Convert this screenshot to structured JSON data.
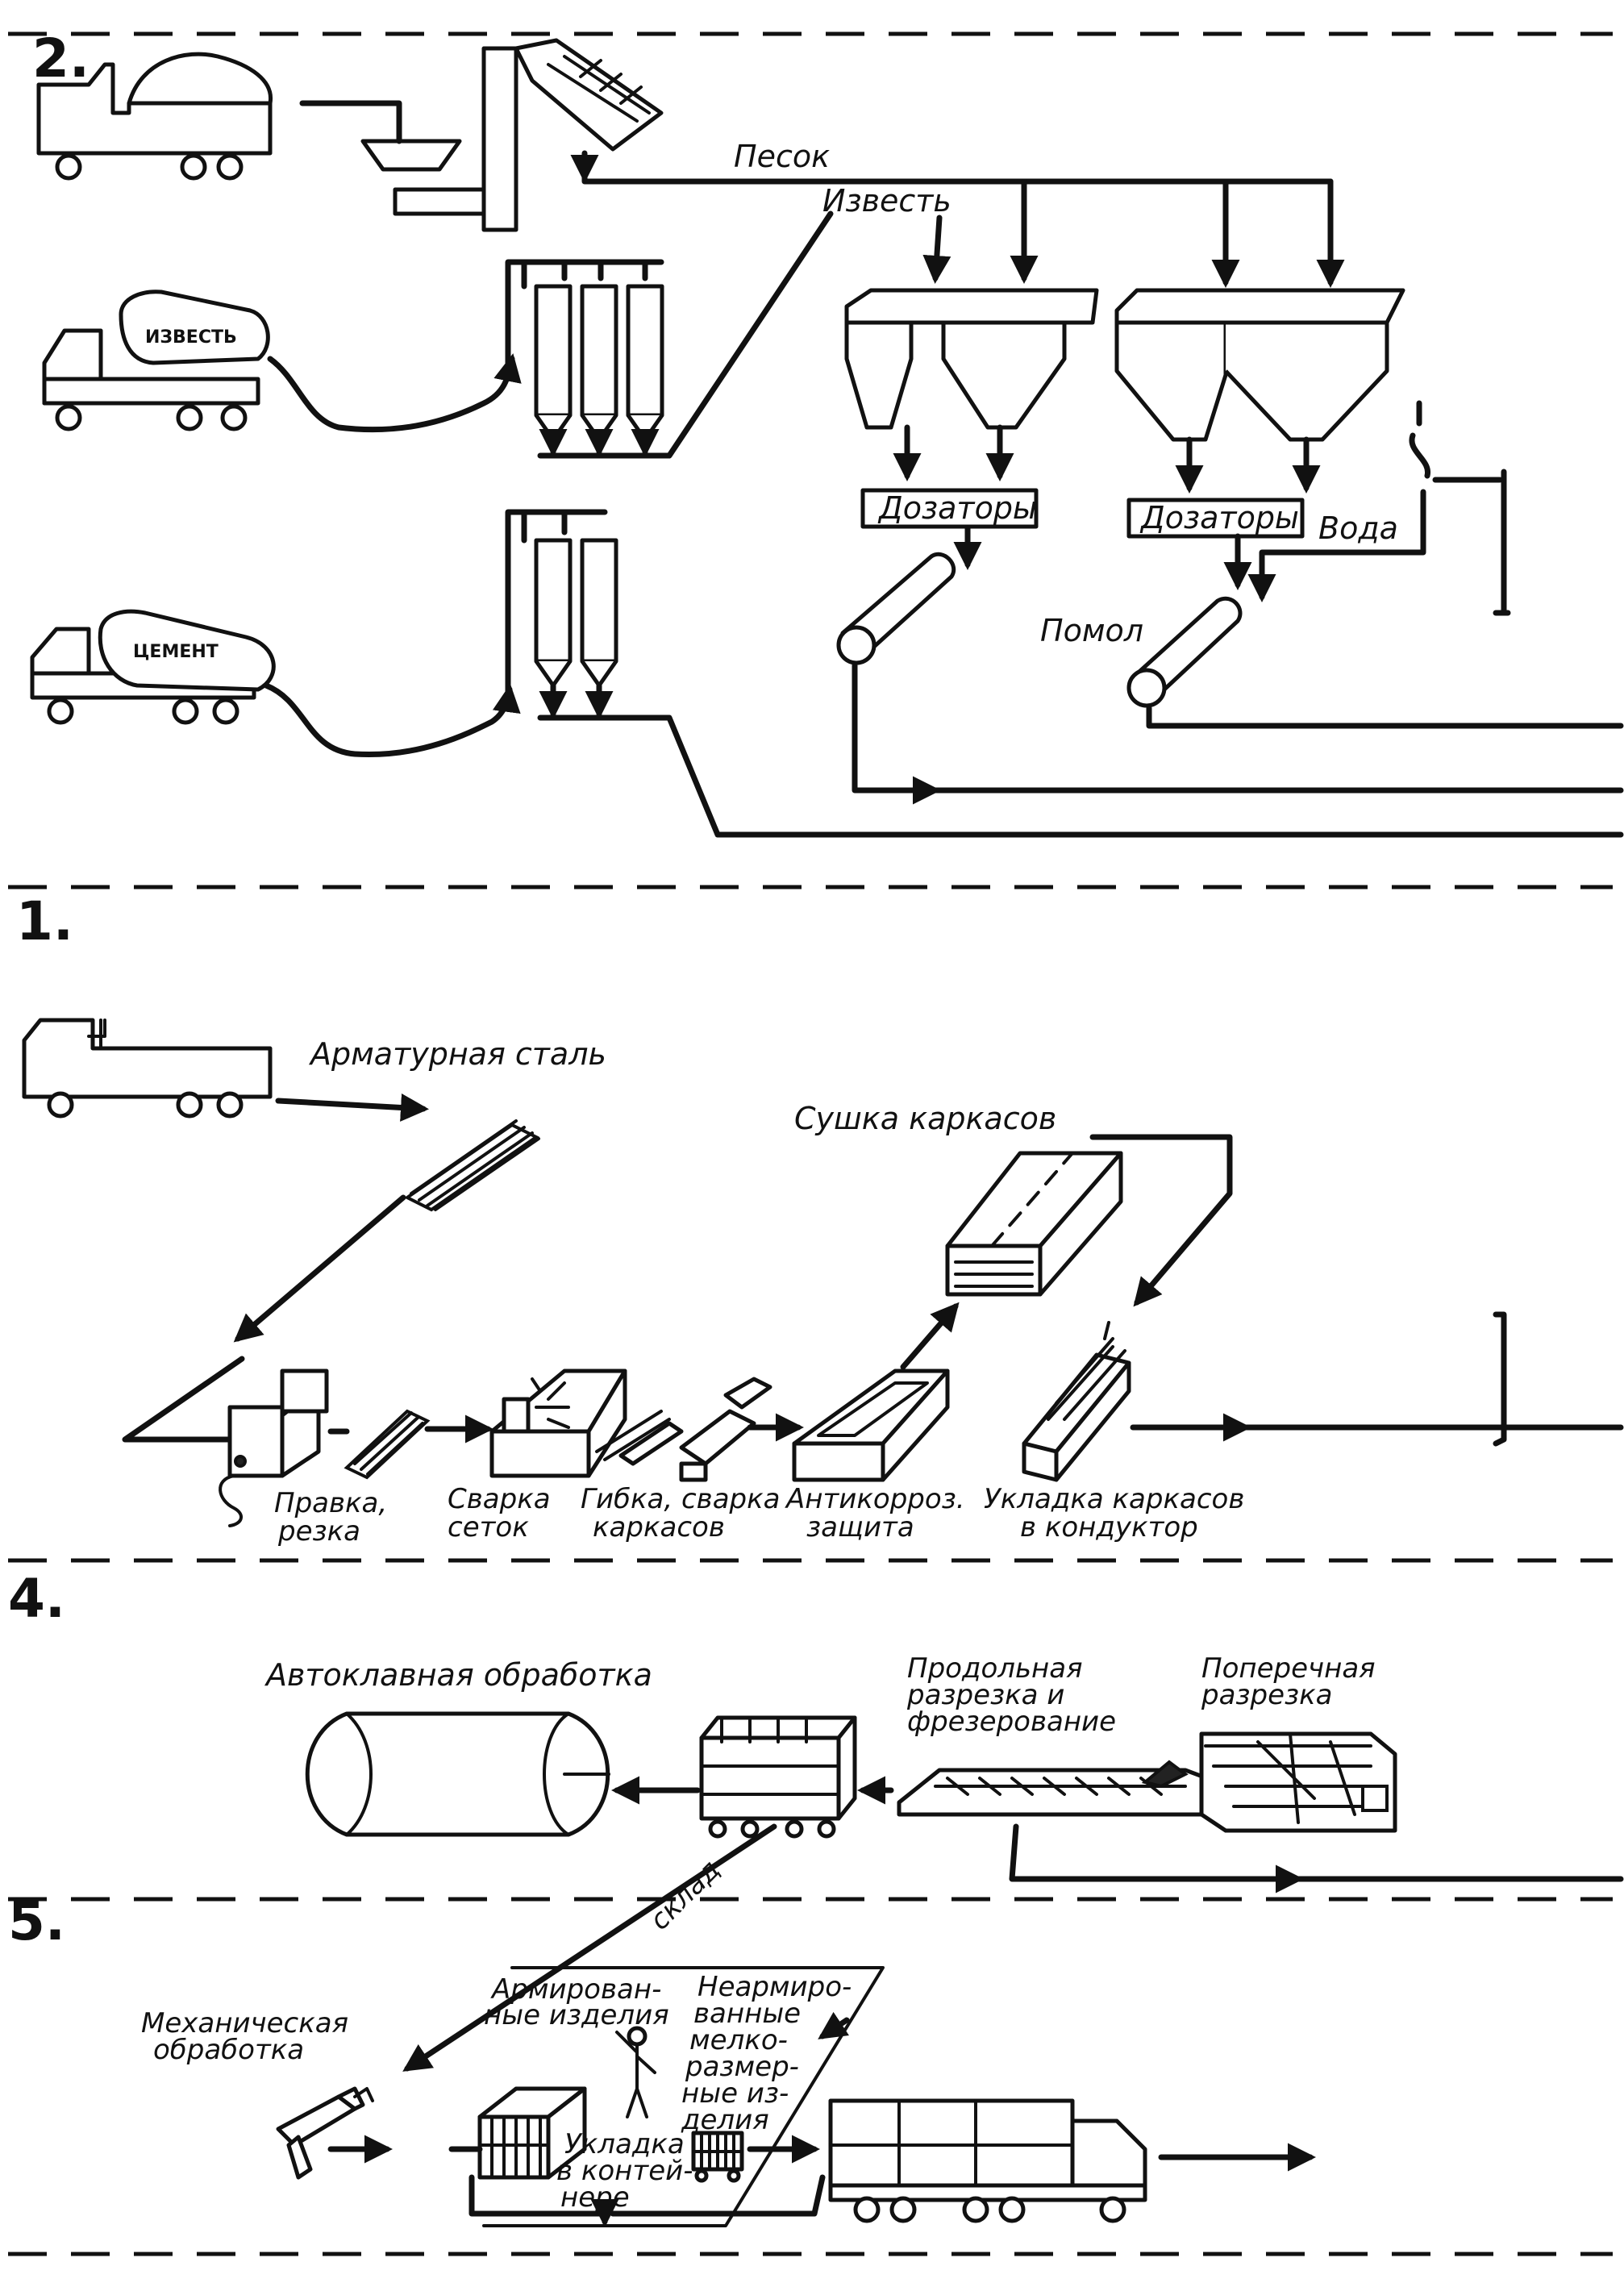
{
  "sections": {
    "s1": "1.",
    "s2": "2.",
    "s4": "4.",
    "s5": "5."
  },
  "section2": {
    "sand": "Песок",
    "lime": "Известь",
    "lime_tank": "ИЗВЕСТЬ",
    "cement_tank": "ЦЕМЕНТ",
    "dosers_1": "Дозаторы",
    "dosers_2": "Дозаторы",
    "water": "Вода",
    "grinding": "Помол"
  },
  "section1": {
    "rebar_steel": "Арматурная сталь",
    "frame_drying": "Сушка каркасов",
    "straighten_cut": [
      "Правка,",
      "резка"
    ],
    "mesh_welding": [
      "Сварка",
      "сеток"
    ],
    "bend_weld": [
      "Гибка, сварка",
      "каркасов"
    ],
    "anticorrosion": [
      "Антикорроз.",
      "защита"
    ],
    "frame_laying": [
      "Укладка каркасов",
      "в кондуктор"
    ]
  },
  "section4": {
    "autoclave": "Автоклавная обработка",
    "longitudinal": [
      "Продольная",
      "разрезка и",
      "фрезерование"
    ],
    "transverse": [
      "Поперечная",
      "разрезка"
    ]
  },
  "section5": {
    "warehouse": "склад",
    "machining": [
      "Механическая",
      "обработка"
    ],
    "reinforced": [
      "Армирован-",
      "ные изделия"
    ],
    "unreinforced": [
      "Неармиро-",
      "ванные",
      "мелко-",
      "размер-",
      "ные из-",
      "делия"
    ],
    "container": [
      "Укладка",
      "в контей-",
      "нере"
    ]
  }
}
